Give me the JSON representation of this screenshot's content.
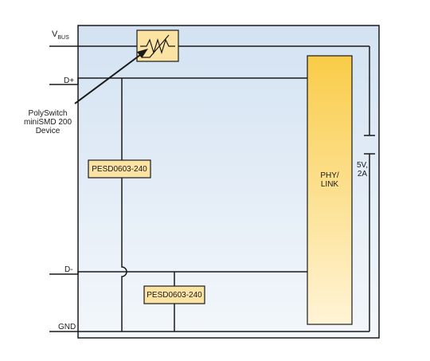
{
  "signals": {
    "vbus_main": "V",
    "vbus_sub": "BUS",
    "dplus": "D+",
    "dminus": "D-",
    "gnd": "GND"
  },
  "callout": {
    "line1": "PolySwitch",
    "line2": "miniSMD 200",
    "line3": "Device"
  },
  "components": {
    "tvs1": "PESD0603-240",
    "tvs2": "PESD0603-240",
    "phy_line1": "PHY/",
    "phy_line2": "LINK"
  },
  "supply": {
    "line1": "5V,",
    "line2": "2A"
  },
  "colors": {
    "board_fill": "#dbe7f3",
    "board_stroke": "#1a1a1a",
    "component_fill": "#fbe3a3",
    "phy_fill_top": "#f9cf52",
    "phy_fill_bottom": "#fff3d0"
  }
}
